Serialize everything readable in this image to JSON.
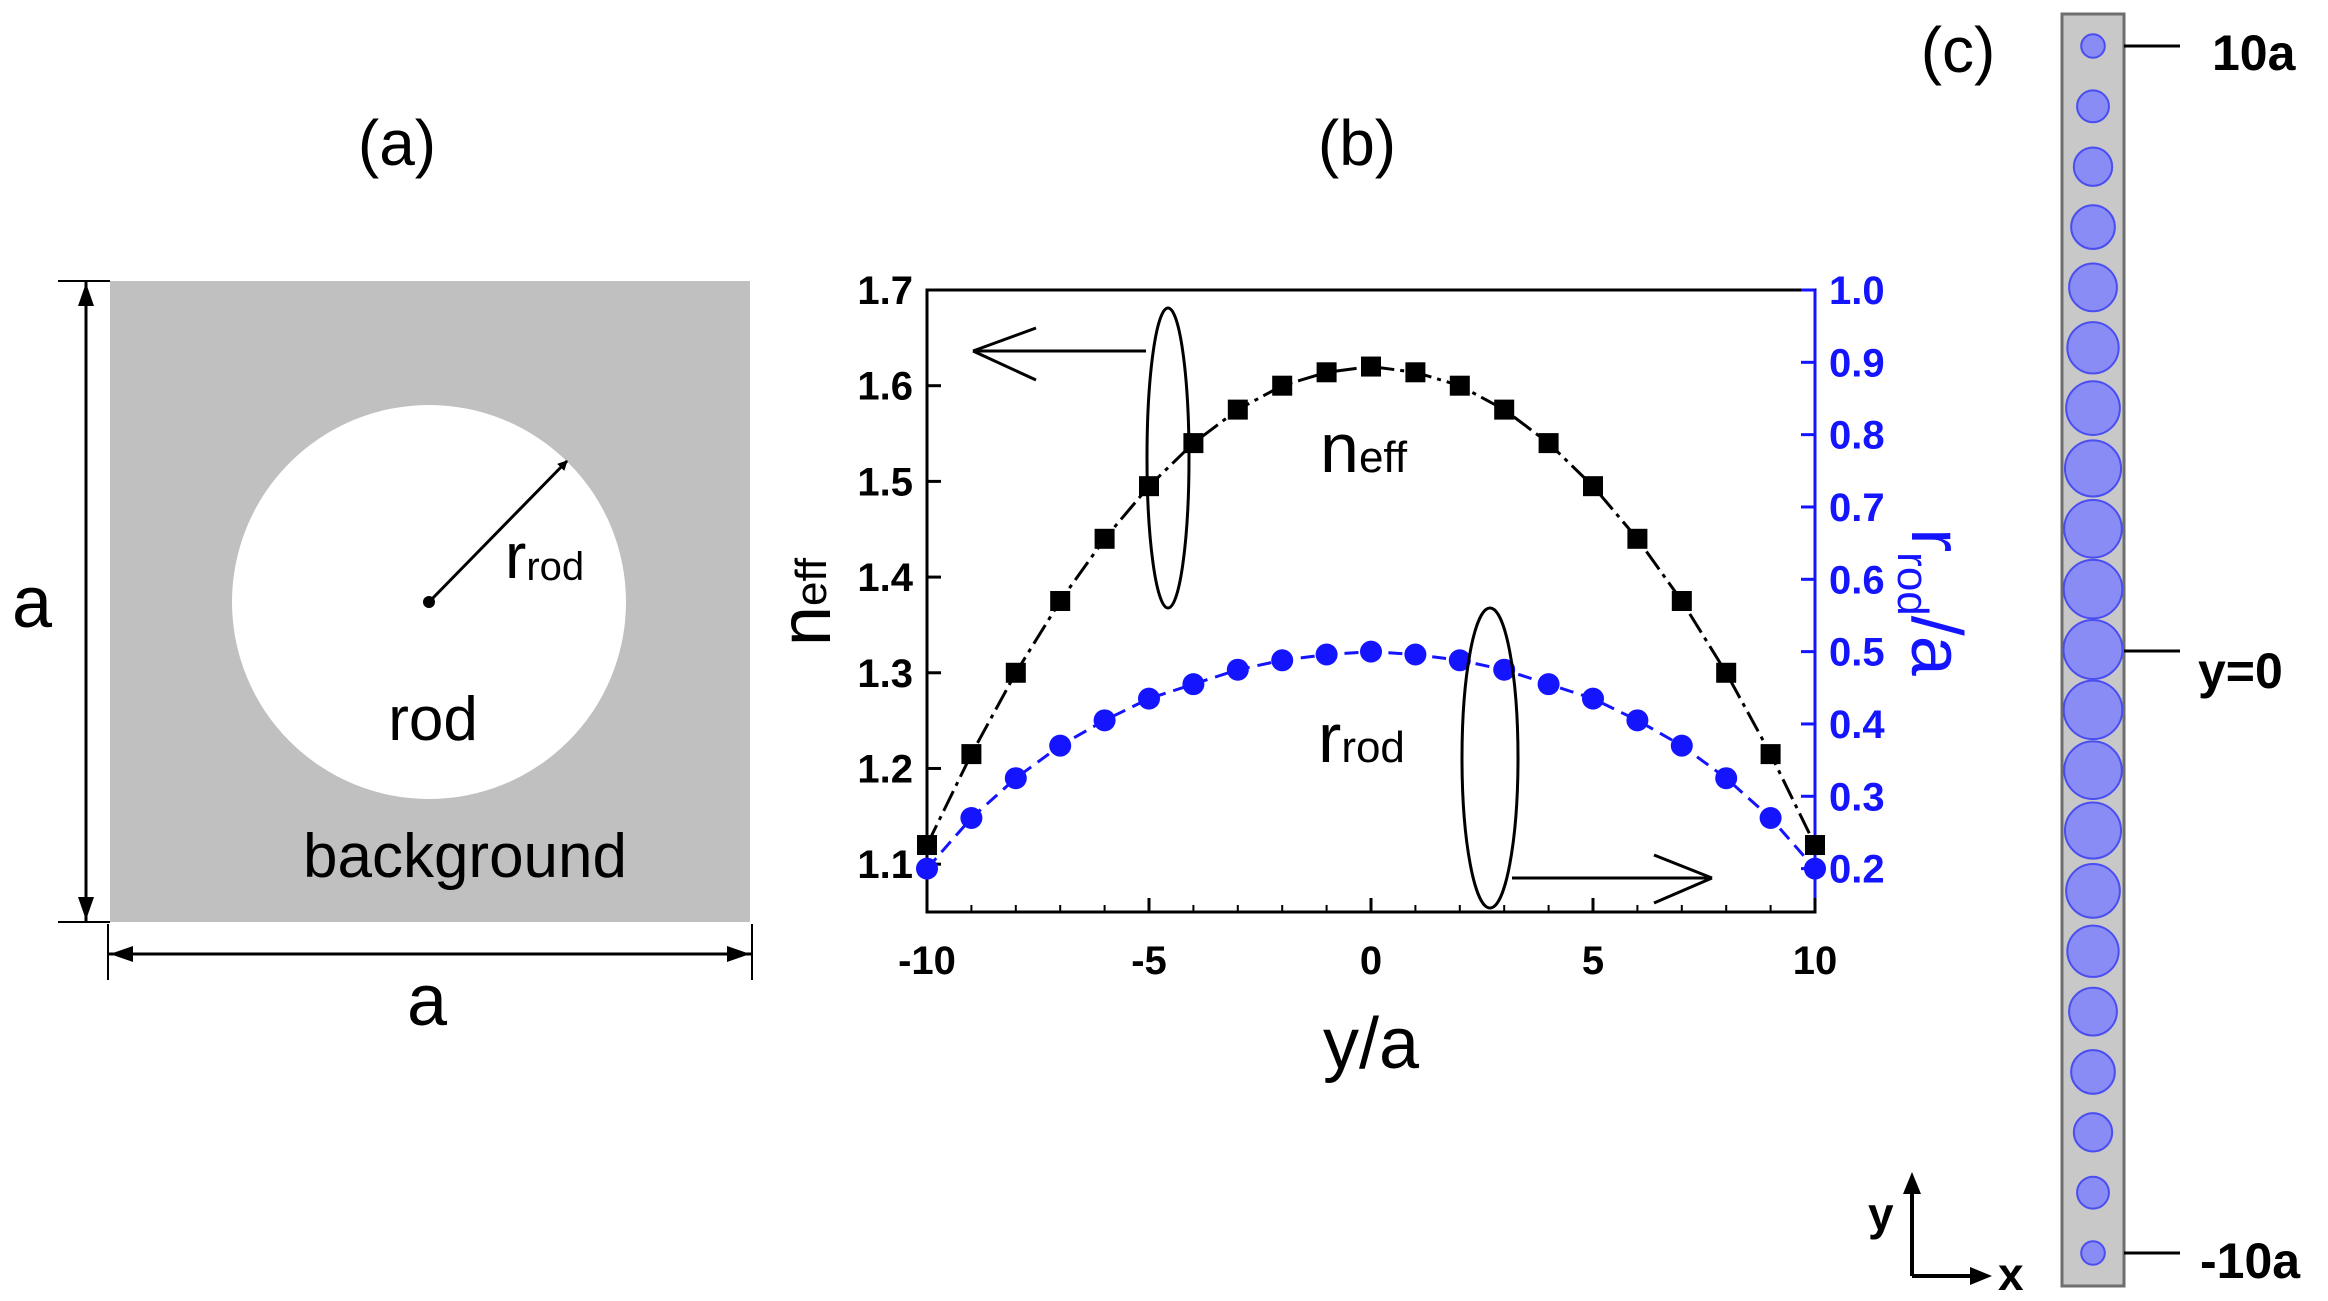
{
  "panel_a": {
    "label": "(a)",
    "side_label": "a",
    "bottom_label": "a",
    "radius_symbol": "r",
    "radius_subscript": "rod",
    "rod_label": "rod",
    "background_label": "background",
    "colors": {
      "cell": "#c0c0c0",
      "rod": "#ffffff"
    }
  },
  "panel_b": {
    "label": "(b)",
    "n_label_main": "n",
    "n_label_sub": "eff",
    "r_label_main": "r",
    "r_label_sub": "rod",
    "colors": {
      "left": "#000000",
      "right": "#1414ff"
    }
  },
  "panel_c": {
    "label": "(c)",
    "top_label": "10a",
    "mid_label": "y=0",
    "bottom_label": "-10a",
    "axis_y": "y",
    "axis_x": "x",
    "colors": {
      "strip": "#c8c8c8",
      "rod_fill": "#8a8cf5",
      "rod_stroke": "#4a4ef0"
    }
  },
  "chart_data": {
    "type": "scatter",
    "x": [
      -10,
      -9,
      -8,
      -7,
      -6,
      -5,
      -4,
      -3,
      -2,
      -1,
      0,
      1,
      2,
      3,
      4,
      5,
      6,
      7,
      8,
      9,
      10
    ],
    "xlabel": "y/a",
    "xlim": [
      -10,
      10
    ],
    "xticks": [
      -10,
      -5,
      0,
      5,
      10
    ],
    "y_left": {
      "label": "neff",
      "ylim": [
        1.05,
        1.7
      ],
      "ticks": [
        1.1,
        1.2,
        1.3,
        1.4,
        1.5,
        1.6,
        1.7
      ],
      "tick_labels": [
        "1.1",
        "1.2",
        "1.3",
        "1.4",
        "1.5",
        "1.6",
        "1.7"
      ]
    },
    "y_right": {
      "label": "rrod/a",
      "ylim": [
        0.14,
        1.0
      ],
      "ticks": [
        0.2,
        0.3,
        0.4,
        0.5,
        0.6,
        0.7,
        0.8,
        0.9,
        1.0
      ],
      "tick_labels": [
        "0.2",
        "0.3",
        "0.4",
        "0.5",
        "0.6",
        "0.7",
        "0.8",
        "0.9",
        "1.0"
      ]
    },
    "series": [
      {
        "name": "neff",
        "axis": "left",
        "marker": "square",
        "line": "dash-dot",
        "values": [
          1.12,
          1.215,
          1.3,
          1.375,
          1.44,
          1.495,
          1.54,
          1.575,
          1.6,
          1.614,
          1.62,
          1.614,
          1.6,
          1.575,
          1.54,
          1.495,
          1.44,
          1.375,
          1.3,
          1.215,
          1.12
        ]
      },
      {
        "name": "rrod",
        "axis": "right",
        "marker": "circle",
        "line": "dashed",
        "values": [
          0.2,
          0.27,
          0.325,
          0.37,
          0.405,
          0.435,
          0.455,
          0.475,
          0.488,
          0.496,
          0.5,
          0.496,
          0.488,
          0.475,
          0.455,
          0.435,
          0.405,
          0.37,
          0.325,
          0.27,
          0.2
        ]
      }
    ],
    "legend": "none",
    "grid": false
  }
}
